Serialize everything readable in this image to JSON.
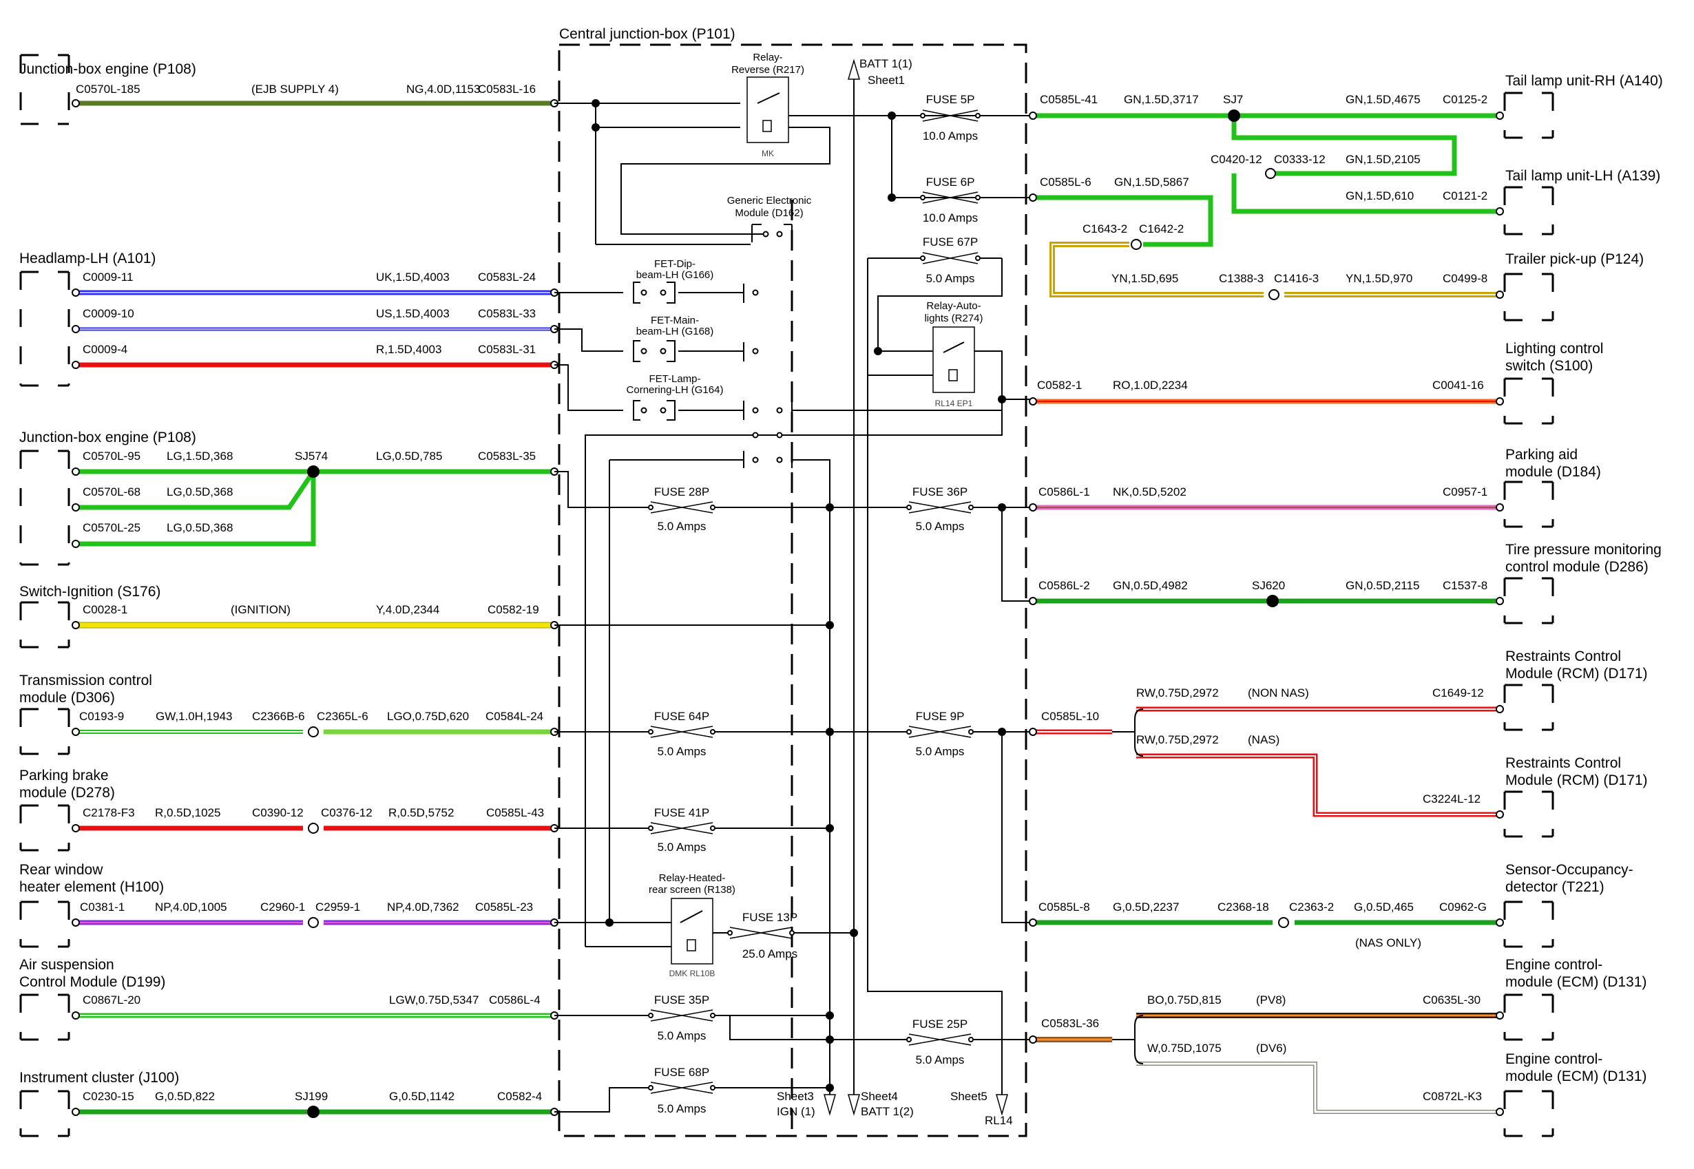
{
  "title": "Central junction-box (P101)",
  "left_components": [
    {
      "id": "jbe1",
      "lines": [
        "Junction-box engine (P108)"
      ]
    },
    {
      "id": "hl",
      "lines": [
        "Headlamp-LH (A101)"
      ]
    },
    {
      "id": "jbe2",
      "lines": [
        "Junction-box engine (P108)"
      ]
    },
    {
      "id": "ign",
      "lines": [
        "Switch-Ignition (S176)"
      ]
    },
    {
      "id": "tcm",
      "lines": [
        "Transmission control",
        "module (D306)"
      ]
    },
    {
      "id": "pbm",
      "lines": [
        "Parking brake",
        "module (D278)"
      ]
    },
    {
      "id": "rwh",
      "lines": [
        "Rear window",
        "heater element (H100)"
      ]
    },
    {
      "id": "air",
      "lines": [
        "Air suspension",
        "Control Module (D199)"
      ]
    },
    {
      "id": "ic",
      "lines": [
        "Instrument cluster (J100)"
      ]
    }
  ],
  "right_components": [
    {
      "id": "tlrh",
      "lines": [
        "Tail lamp unit-RH (A140)"
      ]
    },
    {
      "id": "tllh",
      "lines": [
        "Tail lamp unit-LH (A139)"
      ]
    },
    {
      "id": "trl",
      "lines": [
        "Trailer pick-up (P124)"
      ]
    },
    {
      "id": "lcs",
      "lines": [
        "Lighting control",
        "switch (S100)"
      ]
    },
    {
      "id": "pam",
      "lines": [
        "Parking aid",
        "module (D184)"
      ]
    },
    {
      "id": "tpm",
      "lines": [
        "Tire pressure monitoring",
        "control module (D286)"
      ]
    },
    {
      "id": "rcm1",
      "lines": [
        "Restraints Control",
        "Module (RCM) (D171)"
      ]
    },
    {
      "id": "rcm2",
      "lines": [
        "Restraints Control",
        "Module (RCM) (D171)"
      ]
    },
    {
      "id": "sod",
      "lines": [
        "Sensor-Occupancy-",
        "detector (T221)"
      ]
    },
    {
      "id": "ecm1",
      "lines": [
        "Engine control-",
        "module (ECM) (D131)"
      ]
    },
    {
      "id": "ecm2",
      "lines": [
        "Engine control-",
        "module (ECM) (D131)"
      ]
    }
  ],
  "wire_labels": [
    {
      "id": "w1a",
      "text": "C0570L-185"
    },
    {
      "id": "w1b",
      "text": "(EJB SUPPLY 4)"
    },
    {
      "id": "w1c",
      "text": "NG,4.0D,1153"
    },
    {
      "id": "w1d",
      "text": "C0583L-16"
    },
    {
      "id": "w2a",
      "text": "C0009-11"
    },
    {
      "id": "w2b",
      "text": "UK,1.5D,4003"
    },
    {
      "id": "w2c",
      "text": "C0583L-24"
    },
    {
      "id": "w3a",
      "text": "C0009-10"
    },
    {
      "id": "w3b",
      "text": "US,1.5D,4003"
    },
    {
      "id": "w3c",
      "text": "C0583L-33"
    },
    {
      "id": "w4a",
      "text": "C0009-4"
    },
    {
      "id": "w4b",
      "text": "R,1.5D,4003"
    },
    {
      "id": "w4c",
      "text": "C0583L-31"
    },
    {
      "id": "w5a",
      "text": "C0570L-95"
    },
    {
      "id": "w5b",
      "text": "LG,1.5D,368"
    },
    {
      "id": "w5c",
      "text": "SJ574"
    },
    {
      "id": "w5d",
      "text": "LG,0.5D,785"
    },
    {
      "id": "w5e",
      "text": "C0583L-35"
    },
    {
      "id": "w6a",
      "text": "C0570L-68"
    },
    {
      "id": "w6b",
      "text": "LG,0.5D,368"
    },
    {
      "id": "w7a",
      "text": "C0570L-25"
    },
    {
      "id": "w7b",
      "text": "LG,0.5D,368"
    },
    {
      "id": "w8a",
      "text": "C0028-1"
    },
    {
      "id": "w8b",
      "text": "(IGNITION)"
    },
    {
      "id": "w8c",
      "text": "Y,4.0D,2344"
    },
    {
      "id": "w8d",
      "text": "C0582-19"
    },
    {
      "id": "w9a",
      "text": "C0193-9"
    },
    {
      "id": "w9b",
      "text": "GW,1.0H,1943"
    },
    {
      "id": "w9c",
      "text": "C2366B-6"
    },
    {
      "id": "w9d",
      "text": "C2365L-6"
    },
    {
      "id": "w9e",
      "text": "LGO,0.75D,620"
    },
    {
      "id": "w9f",
      "text": "C0584L-24"
    },
    {
      "id": "w10a",
      "text": "C2178-F3"
    },
    {
      "id": "w10b",
      "text": "R,0.5D,1025"
    },
    {
      "id": "w10c",
      "text": "C0390-12"
    },
    {
      "id": "w10d",
      "text": "C0376-12"
    },
    {
      "id": "w10e",
      "text": "R,0.5D,5752"
    },
    {
      "id": "w10f",
      "text": "C0585L-43"
    },
    {
      "id": "w11a",
      "text": "C0381-1"
    },
    {
      "id": "w11b",
      "text": "NP,4.0D,1005"
    },
    {
      "id": "w11c",
      "text": "C2960-1"
    },
    {
      "id": "w11d",
      "text": "C2959-1"
    },
    {
      "id": "w11e",
      "text": "NP,4.0D,7362"
    },
    {
      "id": "w11f",
      "text": "C0585L-23"
    },
    {
      "id": "w12a",
      "text": "C0867L-20"
    },
    {
      "id": "w12b",
      "text": "LGW,0.75D,5347"
    },
    {
      "id": "w12c",
      "text": "C0586L-4"
    },
    {
      "id": "w13a",
      "text": "C0230-15"
    },
    {
      "id": "w13b",
      "text": "G,0.5D,822"
    },
    {
      "id": "w13c",
      "text": "SJ199"
    },
    {
      "id": "w13d",
      "text": "G,0.5D,1142"
    },
    {
      "id": "w13e",
      "text": "C0582-4"
    },
    {
      "id": "r1a",
      "text": "C0585L-41"
    },
    {
      "id": "r1b",
      "text": "GN,1.5D,3717"
    },
    {
      "id": "r1c",
      "text": "SJ7"
    },
    {
      "id": "r1d",
      "text": "GN,1.5D,4675"
    },
    {
      "id": "r1e",
      "text": "C0125-2"
    },
    {
      "id": "r2a",
      "text": "C0420-12"
    },
    {
      "id": "r2b",
      "text": "C0333-12"
    },
    {
      "id": "r2c",
      "text": "GN,1.5D,2105"
    },
    {
      "id": "r2d",
      "text": "GN,1.5D,610"
    },
    {
      "id": "r2e",
      "text": "C0121-2"
    },
    {
      "id": "r3a",
      "text": "C0585L-6"
    },
    {
      "id": "r3b",
      "text": "GN,1.5D,5867"
    },
    {
      "id": "r3c",
      "text": "C1643-2"
    },
    {
      "id": "r3d",
      "text": "C1642-2"
    },
    {
      "id": "r3e",
      "text": "YN,1.5D,695"
    },
    {
      "id": "r3f",
      "text": "C1388-3"
    },
    {
      "id": "r3g",
      "text": "C1416-3"
    },
    {
      "id": "r3h",
      "text": "YN,1.5D,970"
    },
    {
      "id": "r3i",
      "text": "C0499-8"
    },
    {
      "id": "r4a",
      "text": "C0582-1"
    },
    {
      "id": "r4b",
      "text": "RO,1.0D,2234"
    },
    {
      "id": "r4c",
      "text": "C0041-16"
    },
    {
      "id": "r5a",
      "text": "C0586L-1"
    },
    {
      "id": "r5b",
      "text": "NK,0.5D,5202"
    },
    {
      "id": "r5c",
      "text": "C0957-1"
    },
    {
      "id": "r6a",
      "text": "C0586L-2"
    },
    {
      "id": "r6b",
      "text": "GN,0.5D,4982"
    },
    {
      "id": "r6c",
      "text": "SJ620"
    },
    {
      "id": "r6d",
      "text": "GN,0.5D,2115"
    },
    {
      "id": "r6e",
      "text": "C1537-8"
    },
    {
      "id": "r7a",
      "text": "C0585L-10"
    },
    {
      "id": "r7b",
      "text": "RW,0.75D,2972"
    },
    {
      "id": "r7c",
      "text": "(NON NAS)"
    },
    {
      "id": "r7d",
      "text": "C1649-12"
    },
    {
      "id": "r7e",
      "text": "RW,0.75D,2972"
    },
    {
      "id": "r7f",
      "text": "(NAS)"
    },
    {
      "id": "r7g",
      "text": "C3224L-12"
    },
    {
      "id": "r8a",
      "text": "C0585L-8"
    },
    {
      "id": "r8b",
      "text": "G,0.5D,2237"
    },
    {
      "id": "r8c",
      "text": "C2368-18"
    },
    {
      "id": "r8d",
      "text": "C2363-2"
    },
    {
      "id": "r8e",
      "text": "G,0.5D,465"
    },
    {
      "id": "r8f",
      "text": "C0962-G"
    },
    {
      "id": "r8g",
      "text": "(NAS ONLY)"
    },
    {
      "id": "r9a",
      "text": "C0583L-36"
    },
    {
      "id": "r9b",
      "text": "BO,0.75D,815"
    },
    {
      "id": "r9c",
      "text": "(PV8)"
    },
    {
      "id": "r9d",
      "text": "C0635L-30"
    },
    {
      "id": "r9e",
      "text": "W,0.75D,1075"
    },
    {
      "id": "r9f",
      "text": "(DV6)"
    },
    {
      "id": "r9g",
      "text": "C0872L-K3"
    }
  ],
  "internal_labels": [
    {
      "id": "rrev1",
      "text": "Relay-"
    },
    {
      "id": "rrev2",
      "text": "Reverse (R217)"
    },
    {
      "id": "mk",
      "text": "MK"
    },
    {
      "id": "batt1",
      "text": "BATT 1(1)"
    },
    {
      "id": "sheet1",
      "text": "Sheet1"
    },
    {
      "id": "gem1",
      "text": "Generic Electronic"
    },
    {
      "id": "gem2",
      "text": "Module (D162)"
    },
    {
      "id": "fetd1",
      "text": "FET-Dip-"
    },
    {
      "id": "fetd2",
      "text": "beam-LH (G166)"
    },
    {
      "id": "fetm1",
      "text": "FET-Main-"
    },
    {
      "id": "fetm2",
      "text": "beam-LH (G168)"
    },
    {
      "id": "fetc1",
      "text": "FET-Lamp-"
    },
    {
      "id": "fetc2",
      "text": "Cornering-LH (G164)"
    },
    {
      "id": "ral1",
      "text": "Relay-Auto-"
    },
    {
      "id": "ral2",
      "text": "lights (R274)"
    },
    {
      "id": "rl14",
      "text": "RL14 EP1"
    },
    {
      "id": "rh1",
      "text": "Relay-Heated-"
    },
    {
      "id": "rh2",
      "text": "rear screen (R138)"
    },
    {
      "id": "dmk",
      "text": "DMK RL10B"
    },
    {
      "id": "s3a",
      "text": "Sheet3"
    },
    {
      "id": "s3b",
      "text": "IGN (1)"
    },
    {
      "id": "s4a",
      "text": "Sheet4"
    },
    {
      "id": "s4b",
      "text": "BATT 1(2)"
    },
    {
      "id": "s5a",
      "text": "Sheet5"
    },
    {
      "id": "s5b",
      "text": "RL14"
    }
  ],
  "fuses": [
    {
      "id": "f5p",
      "name": "FUSE 5P",
      "rating": "10.0 Amps"
    },
    {
      "id": "f6p",
      "name": "FUSE 6P",
      "rating": "10.0 Amps"
    },
    {
      "id": "f67p",
      "name": "FUSE 67P",
      "rating": "5.0 Amps"
    },
    {
      "id": "f28p",
      "name": "FUSE 28P",
      "rating": "5.0 Amps"
    },
    {
      "id": "f36p",
      "name": "FUSE 36P",
      "rating": "5.0 Amps"
    },
    {
      "id": "f64p",
      "name": "FUSE 64P",
      "rating": "5.0 Amps"
    },
    {
      "id": "f9p",
      "name": "FUSE 9P",
      "rating": "5.0 Amps"
    },
    {
      "id": "f41p",
      "name": "FUSE 41P",
      "rating": "5.0 Amps"
    },
    {
      "id": "f13p",
      "name": "FUSE 13P",
      "rating": "25.0 Amps"
    },
    {
      "id": "f35p",
      "name": "FUSE 35P",
      "rating": "5.0 Amps"
    },
    {
      "id": "f25p",
      "name": "FUSE 25P",
      "rating": "5.0 Amps"
    },
    {
      "id": "f68p",
      "name": "FUSE 68P",
      "rating": "5.0 Amps"
    }
  ],
  "colors": {
    "green": "#22c21a",
    "dark_green": "#1aa31a",
    "olive": "#5a7a22",
    "blue": "#2b2bff",
    "purple": "#8a2be2",
    "red": "#e81010",
    "yellow": "#f2e600",
    "orange": "#ff6a1a",
    "pink": "#e06ac0",
    "light_green": "#79e379",
    "brown": "#8a5a2a",
    "white_wire": "#b5b5a8",
    "trailer": "#c9a400"
  }
}
